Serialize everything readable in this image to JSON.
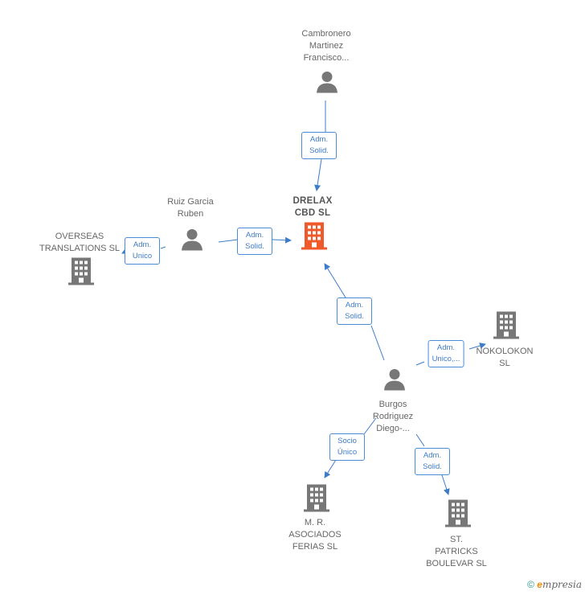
{
  "nodes": {
    "drelax": "DRELAX\nCBD  SL",
    "cambronero": "Cambronero\nMartinez\nFrancisco...",
    "ruiz": "Ruiz Garcia\nRuben",
    "overseas": "OVERSEAS\nTRANSLATIONS SL",
    "burgos": "Burgos\nRodriguez\nDiego-...",
    "nokolokon": "NOKOLOKON\nSL",
    "mr_asociados": "M.  R.\nASOCIADOS\nFERIAS  SL",
    "st_patricks": "ST.\nPATRICKS\nBOULEVAR  SL"
  },
  "edges": {
    "cambronero_drelax": "Adm.\nSolid.",
    "ruiz_drelax": "Adm.\nSolid.",
    "ruiz_overseas": "Adm.\nUnico",
    "burgos_drelax": "Adm.\nSolid.",
    "burgos_nokolokon": "Adm.\nUnico,...",
    "burgos_mr": "Socio\nÚnico",
    "burgos_stpatricks": "Adm.\nSolid."
  },
  "footer": {
    "copyright": "©",
    "brand_e": "e",
    "brand_rest": "mpresia"
  },
  "colors": {
    "main_company": "#f0592a",
    "company": "#777777",
    "person": "#777777",
    "edge": "#3d7cc9"
  }
}
